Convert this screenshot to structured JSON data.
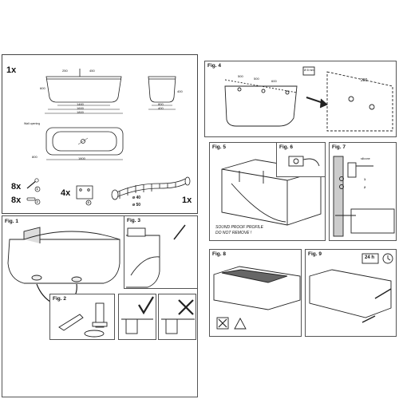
{
  "left_sheet": {
    "quantity_1x": "1x",
    "dims": {
      "front_top_left": "250",
      "front_top_right": "450",
      "front_inner": "1460",
      "front_mid": "1600",
      "front_bottom": "1800",
      "front_height": "600",
      "side_width_top": "800",
      "side_width_bottom": "400",
      "side_total": "400",
      "plan_label": "Wall opening",
      "plan_width": "1800",
      "plan_depth": "800"
    },
    "parts": {
      "screws_qty": "8x",
      "plugs_qty": "8x",
      "brackets_qty": "4x",
      "drain_qty": "1x",
      "callout_1": "1",
      "callout_2": "2",
      "callout_3": "3",
      "drain_d40": "ø 40",
      "drain_d50": "ø 50"
    },
    "fig1": {
      "label": "Fig. 1"
    },
    "fig2": {
      "label": "Fig. 2"
    },
    "fig3": {
      "label": "Fig. 3"
    }
  },
  "right_sheet": {
    "fig4": {
      "label": "Fig. 4",
      "dims": [
        "500",
        "500",
        "600",
        "200"
      ],
      "detail": "Ø 8 mm"
    },
    "fig5": {
      "label": "Fig. 5",
      "note_line1": "SOUND PROOF PROFILE",
      "note_line2": "DO NOT REMOVE !"
    },
    "fig6": {
      "label": "Fig. 6"
    },
    "fig7": {
      "label": "Fig. 7",
      "sealant": "silicone",
      "callout_1": "1",
      "callout_2": "2"
    },
    "fig8": {
      "label": "Fig. 8"
    },
    "fig9": {
      "label": "Fig. 9",
      "cure_time": "24 h"
    }
  }
}
